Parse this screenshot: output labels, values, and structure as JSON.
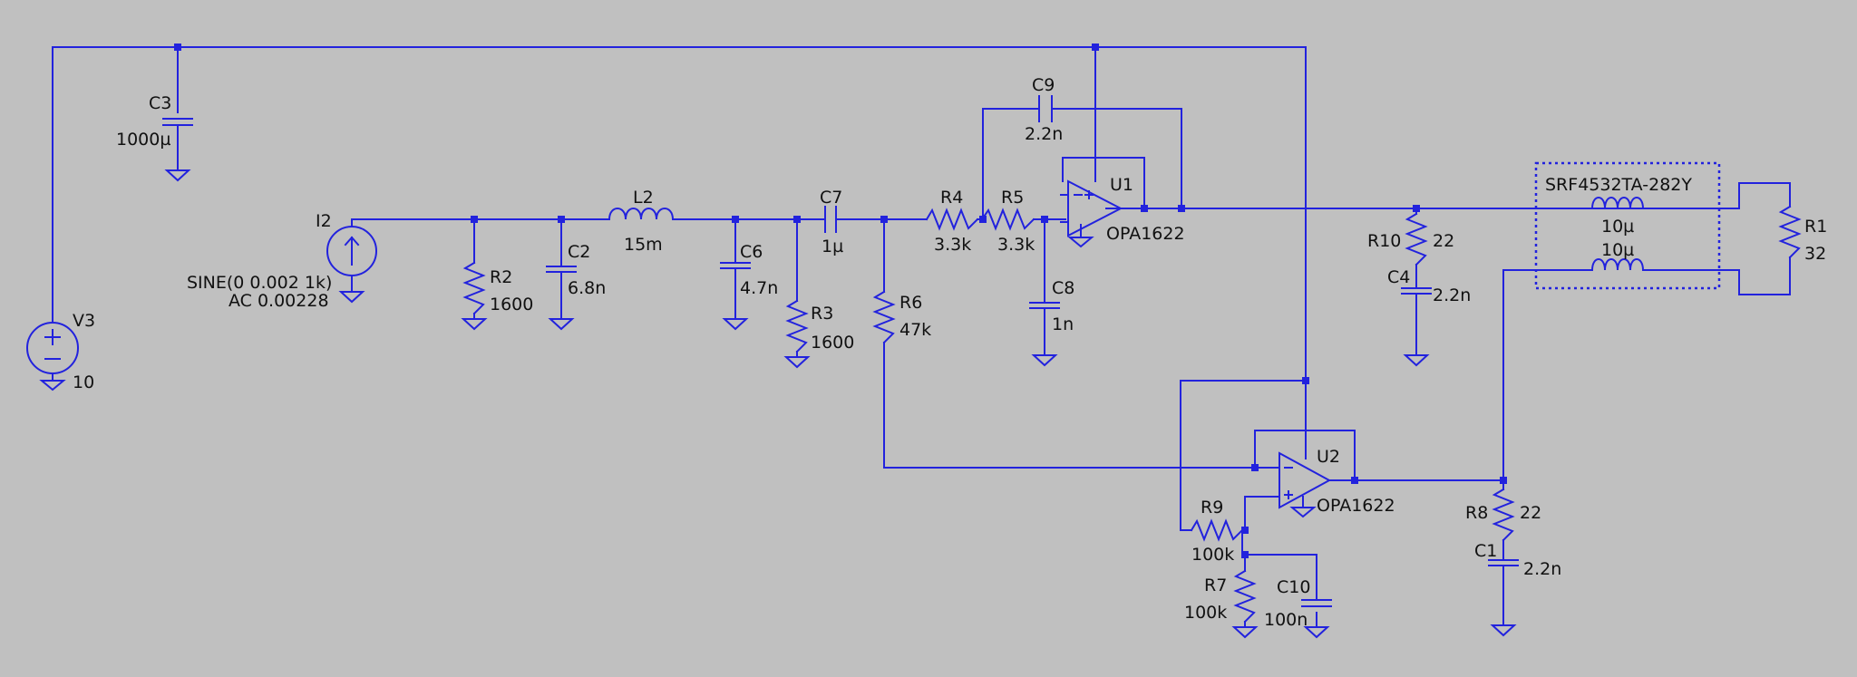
{
  "title": "",
  "components": [
    {
      "ref": "V3",
      "value": "10"
    },
    {
      "ref": "C3",
      "value": "1000µ"
    },
    {
      "ref": "I2",
      "value_line1": "SINE(0 0.002 1k)",
      "value_line2": "AC 0.00228"
    },
    {
      "ref": "R2",
      "value": "1600"
    },
    {
      "ref": "C2",
      "value": "6.8n"
    },
    {
      "ref": "L2",
      "value": "15m"
    },
    {
      "ref": "C6",
      "value": "4.7n"
    },
    {
      "ref": "R3",
      "value": "1600"
    },
    {
      "ref": "C7",
      "value": "1µ"
    },
    {
      "ref": "R6",
      "value": "47k"
    },
    {
      "ref": "R4",
      "value": "3.3k"
    },
    {
      "ref": "R5",
      "value": "3.3k"
    },
    {
      "ref": "C8",
      "value": "1n"
    },
    {
      "ref": "C9",
      "value": "2.2n"
    },
    {
      "ref": "U1",
      "value": "OPA1622"
    },
    {
      "ref": "R10",
      "value": "22"
    },
    {
      "ref": "C4",
      "value": "2.2n"
    },
    {
      "ref": "SRF4532TA-282Y",
      "value_top": "10µ",
      "value_bottom": "10µ"
    },
    {
      "ref": "R1",
      "value": "32"
    },
    {
      "ref": "U2",
      "value": "OPA1622"
    },
    {
      "ref": "R9",
      "value": "100k"
    },
    {
      "ref": "R7",
      "value": "100k"
    },
    {
      "ref": "C10",
      "value": "100n"
    },
    {
      "ref": "R8",
      "value": "22"
    },
    {
      "ref": "C1",
      "value": "2.2n"
    }
  ],
  "colors": {
    "background": "#c0c0c0",
    "wire": "#2222dd",
    "text": "#111111"
  }
}
